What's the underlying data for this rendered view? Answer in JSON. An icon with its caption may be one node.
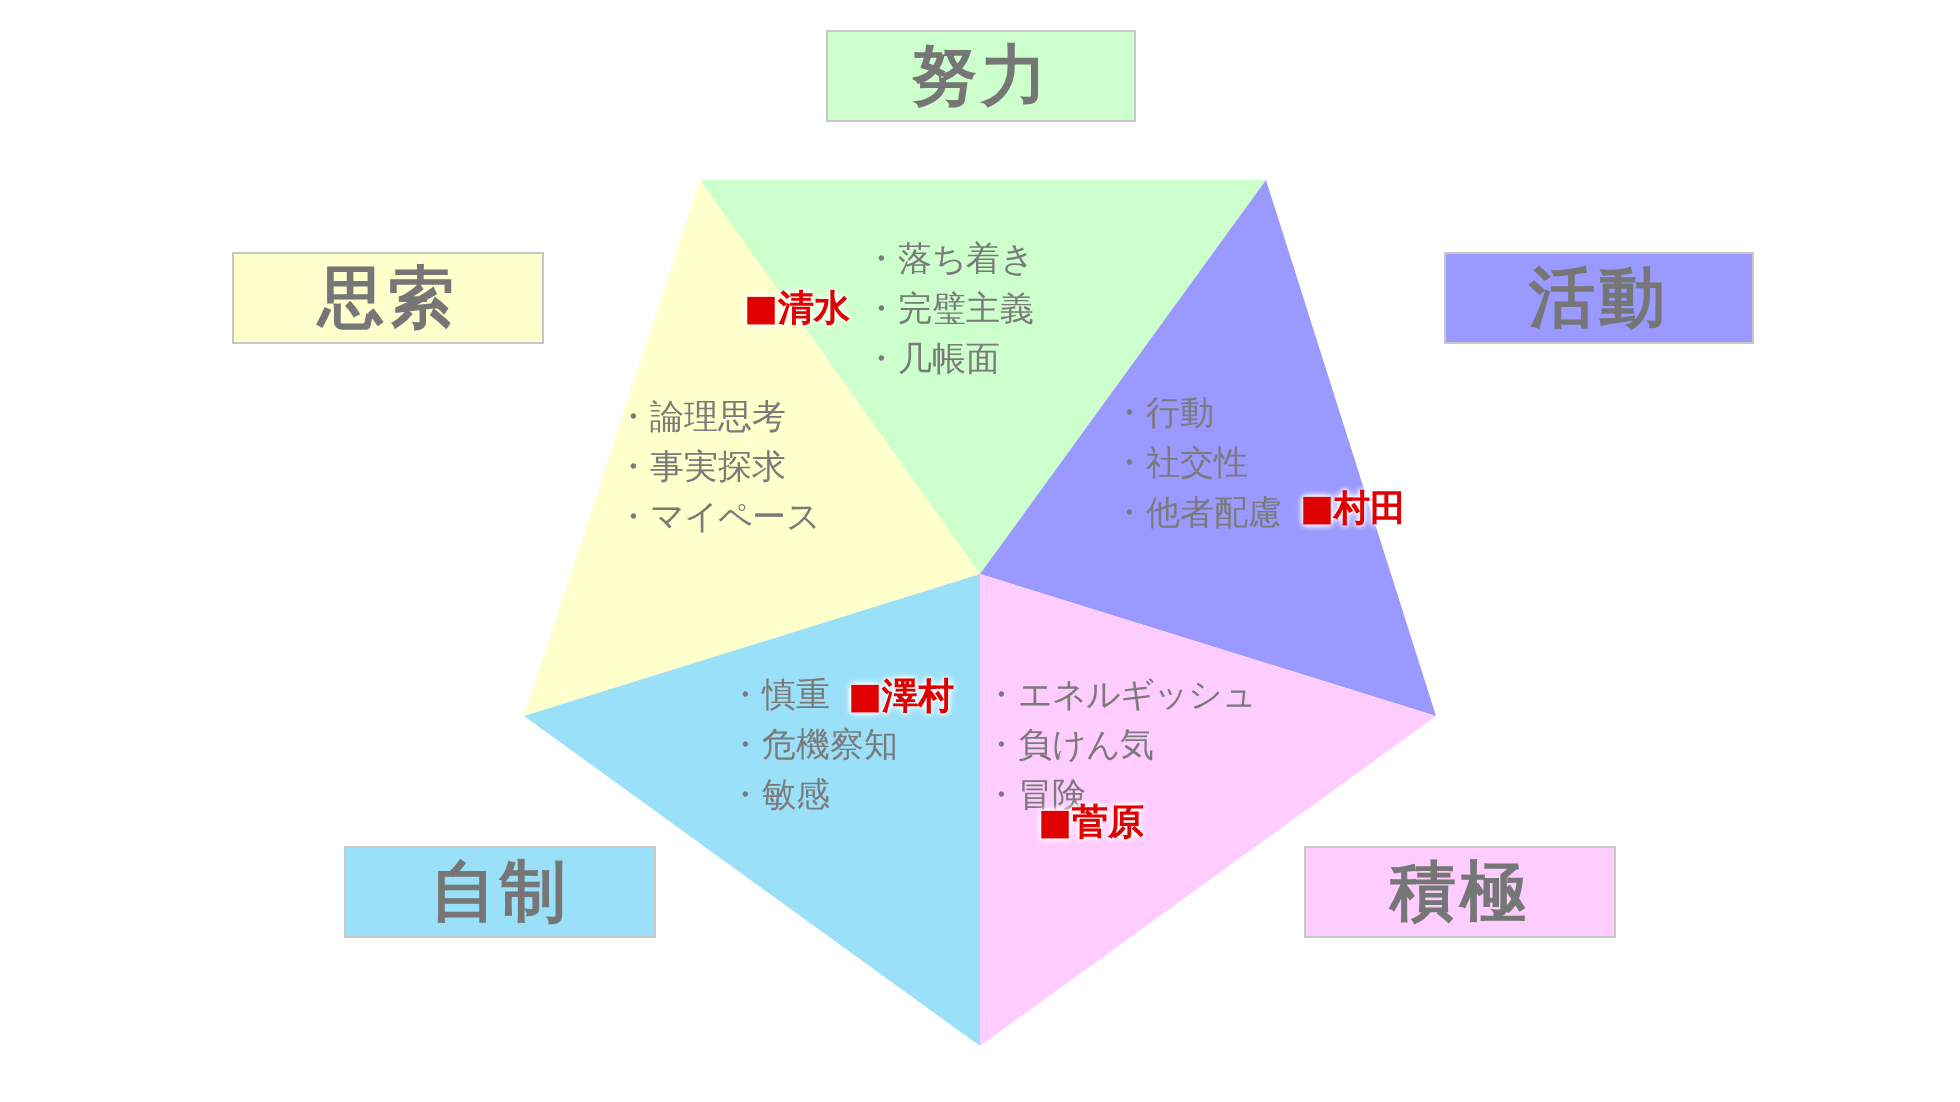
{
  "diagram": {
    "nodes": [
      {
        "text": [
          "努力"
        ]
      },
      {
        "text": [
          "思索"
        ]
      },
      {
        "text": [
          "活動"
        ]
      },
      {
        "text": [
          "自制"
        ]
      },
      {
        "text": [
          "積極"
        ]
      },
      {
        "text": [
          "・落ち着き",
          "・完璧主義",
          "・几帳面"
        ]
      },
      {
        "text": [
          "・論理思考",
          "・事実探求",
          "・マイペース"
        ]
      },
      {
        "text": [
          "・行動",
          "・社交性",
          "・他者配慮"
        ]
      },
      {
        "text": [
          "・慎重",
          "・危機察知",
          "・敏感"
        ]
      },
      {
        "text": [
          "・エネルギッシュ",
          "・負けん気",
          "・冒険"
        ]
      }
    ],
    "labels": [
      "■清水",
      "■村田",
      "■澤村",
      "■菅原"
    ]
  }
}
